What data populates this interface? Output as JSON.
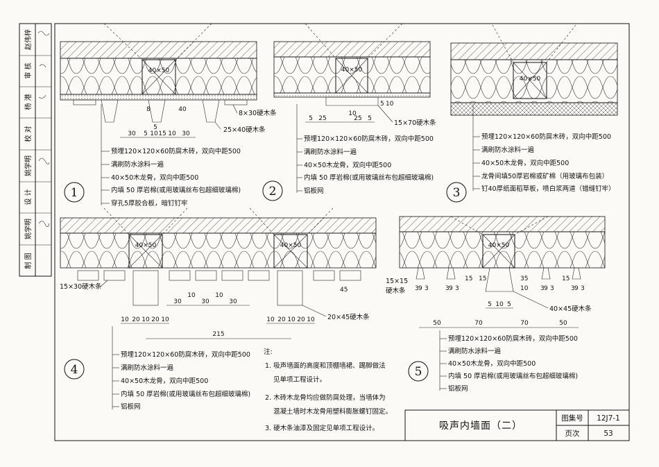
{
  "side_block": {
    "cells": [
      "赵伟梓",
      "审 核",
      "杨 港",
      "校 对",
      "姚学明",
      "设 计",
      "姚学明",
      "制 图"
    ]
  },
  "details": [
    {
      "number": "1",
      "stud": "40×50",
      "callouts_right": [
        "8×30硬木条",
        "25×40硬木条"
      ],
      "dims_a": [
        "5",
        "8",
        "40"
      ],
      "dims_b": [
        "30",
        "5",
        "10",
        "15",
        "10",
        "30"
      ],
      "labels": [
        "预埋120×120×60防腐木砖，双向中距500",
        "满刷防水涂料一遍",
        "40×50木龙骨，双向中距500",
        "内填 50 厚岩棉(或用玻璃丝布包超细玻璃棉)",
        "穿孔5厚胶合板，暗钉钉牢"
      ]
    },
    {
      "number": "2",
      "stud": "40×50",
      "callouts_right": [
        "15×70硬木条"
      ],
      "dims_a": [
        "5",
        "10"
      ],
      "dims_b": [
        "5",
        "25",
        "10",
        "25",
        "5"
      ],
      "labels": [
        "预埋120×120×60防腐木砖，双向中距500",
        "满刷防水涂料一遍",
        "40×50木龙骨，双向中距500",
        "内填 50 厚岩棉(或用玻璃丝布包超细玻璃棉)",
        "铝板网"
      ]
    },
    {
      "number": "3",
      "stud": "40×50",
      "labels": [
        "预埋120×120×60防腐木砖，双向中距500",
        "满刷防水涂料一遍",
        "40×50木龙骨，双向中距500",
        "龙骨间填50厚岩棉或矿棉（用玻璃布包装）",
        "钉40厚纸面稻草板，喷白浆两道（错缝钉牢）"
      ]
    },
    {
      "number": "4",
      "stud": "40×50",
      "callouts_left": [
        "15×30硬木条"
      ],
      "callouts_right": [
        "20×45硬木条"
      ],
      "dims_a": [
        "45"
      ],
      "dims_b": [
        "30",
        "10",
        "30",
        "10",
        "30"
      ],
      "dims_c": [
        "10",
        "20",
        "10",
        "20",
        "10"
      ],
      "dims_d": [
        "10",
        "20",
        "10",
        "20",
        "10"
      ],
      "dim_total": "215",
      "labels": [
        "预埋120×120×60防腐木砖，双向中距500",
        "满刷防水涂料一遍",
        "40×50木龙骨，双向中距500",
        "内填 50 厚岩棉(或用玻璃丝布包超细玻璃棉)",
        "铝板网"
      ]
    },
    {
      "number": "5",
      "stud": "40×50",
      "callouts_left": [
        "15×15",
        "硬木条"
      ],
      "callouts_right": [
        "40×45硬木条"
      ],
      "dims_a": [
        "3",
        "9",
        "3",
        "3",
        "9",
        "3",
        "3",
        "9",
        "3",
        "3",
        "9",
        "3"
      ],
      "dims_v": [
        "15",
        "15",
        "35",
        "10",
        "15"
      ],
      "dims_b": [
        "5",
        "10",
        "5"
      ],
      "dims_c": [
        "50",
        "70",
        "70",
        "50"
      ],
      "labels": [
        "预埋120×120×60防腐木砖，双向中距500",
        "满刷防水涂料一遍",
        "40×50木龙骨，双向中距500",
        "内填 50 厚岩棉(或用玻璃丝布包超细玻璃棉)",
        "铝板网"
      ]
    }
  ],
  "notes": {
    "heading": "注:",
    "items": [
      "1. 吸声墙面的高度和顶棚墙裙、踢脚做法",
      "见单项工程设计。",
      "2. 木砖木龙骨均应做防腐处理，当墙体为",
      "混凝土墙时木龙骨用塑料膨胀螺钉固定。",
      "3. 硬木条油漆及固定见单项工程设计。"
    ]
  },
  "title_block": {
    "title": "吸声内墙面（二）",
    "atlas_label": "图集号",
    "atlas_value": "12J7-1",
    "page_label": "页次",
    "page_value": "53"
  }
}
